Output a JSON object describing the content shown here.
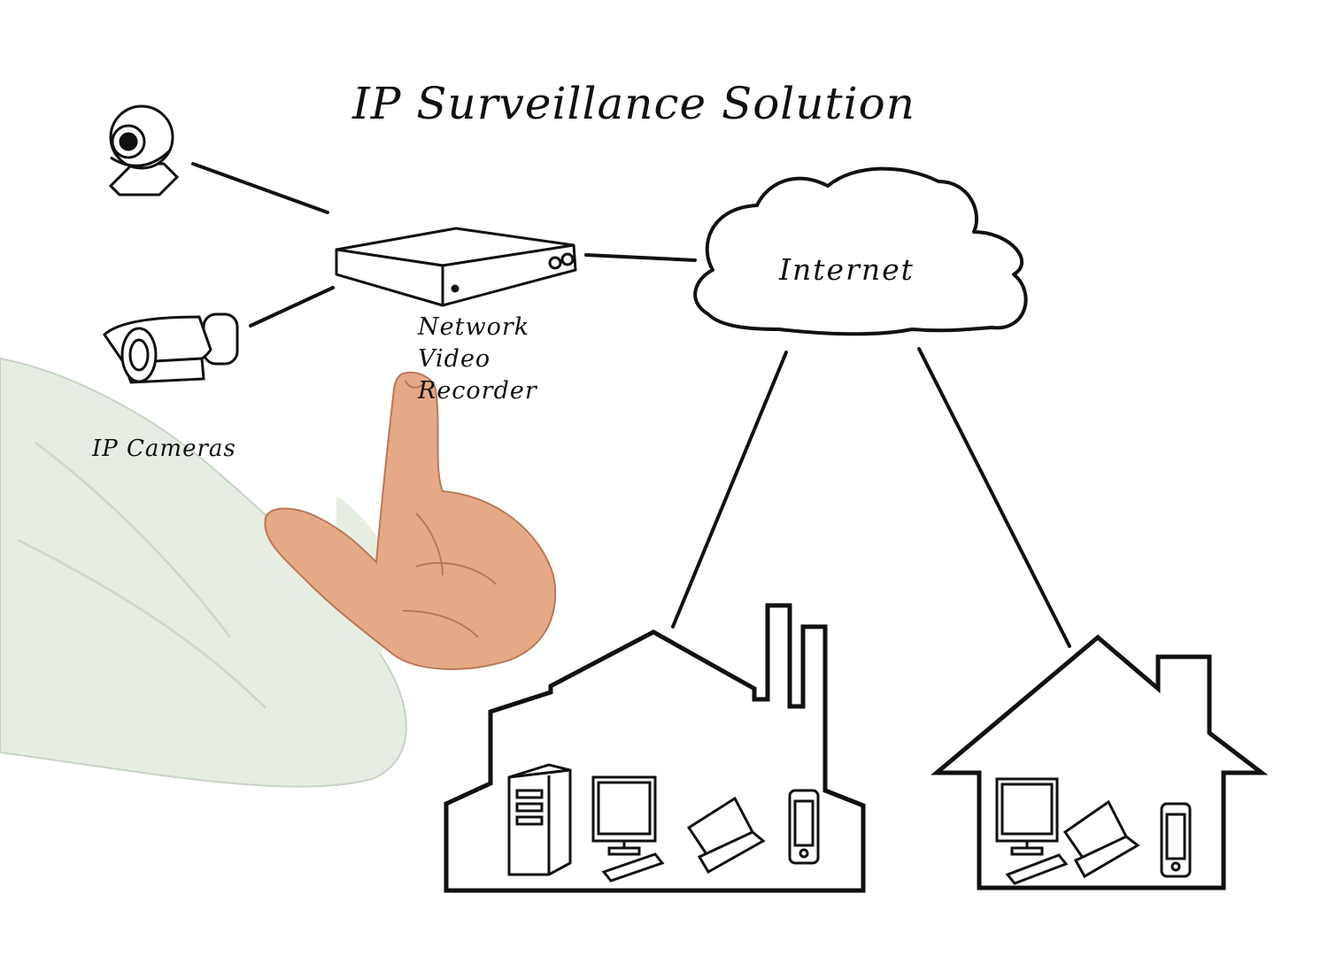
{
  "title": "IP Surveillance Solution",
  "nodes": {
    "cloud": "Internet",
    "nvr": [
      "Network",
      "Video",
      "Recorder"
    ],
    "cameras": "IP Cameras"
  },
  "colors": {
    "ink": "#111111",
    "background": "#ffffff",
    "sleeve": "#e6eee4",
    "skin": "#e6a985"
  },
  "icons": [
    "dome-camera-icon",
    "bullet-camera-icon",
    "nvr-box-icon",
    "cloud-icon",
    "factory-icon",
    "house-icon",
    "tower-pc-icon",
    "monitor-icon",
    "keyboard-icon",
    "laptop-icon",
    "smartphone-icon",
    "pointing-hand-icon"
  ]
}
